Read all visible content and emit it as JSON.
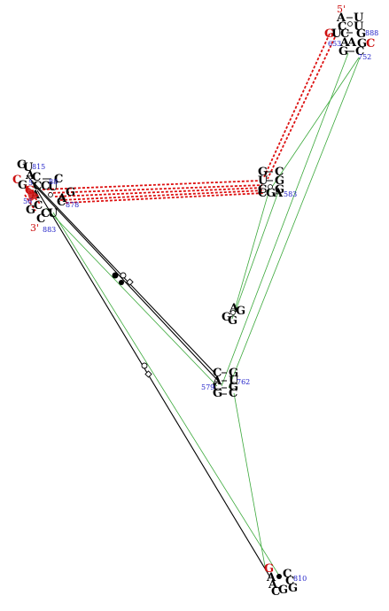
{
  "labels": {
    "five_prime": "5'",
    "three_prime": "3'"
  },
  "numbers": {
    "n888": "888",
    "n653": "653",
    "n752": "752",
    "n815": "815",
    "n583": "583",
    "n878": "878",
    "n883": "883",
    "n579": "579",
    "n762": "762",
    "n810": "810",
    "n5x": "5",
    "n56": "56",
    "n88": "88"
  },
  "colors": {
    "backbone": "#000000",
    "tertiary": "#3aa83a",
    "pseudoknot": "#dd1111",
    "highlight_nucleotide": "#cc1010",
    "numbering": "#1f1fc8"
  }
}
